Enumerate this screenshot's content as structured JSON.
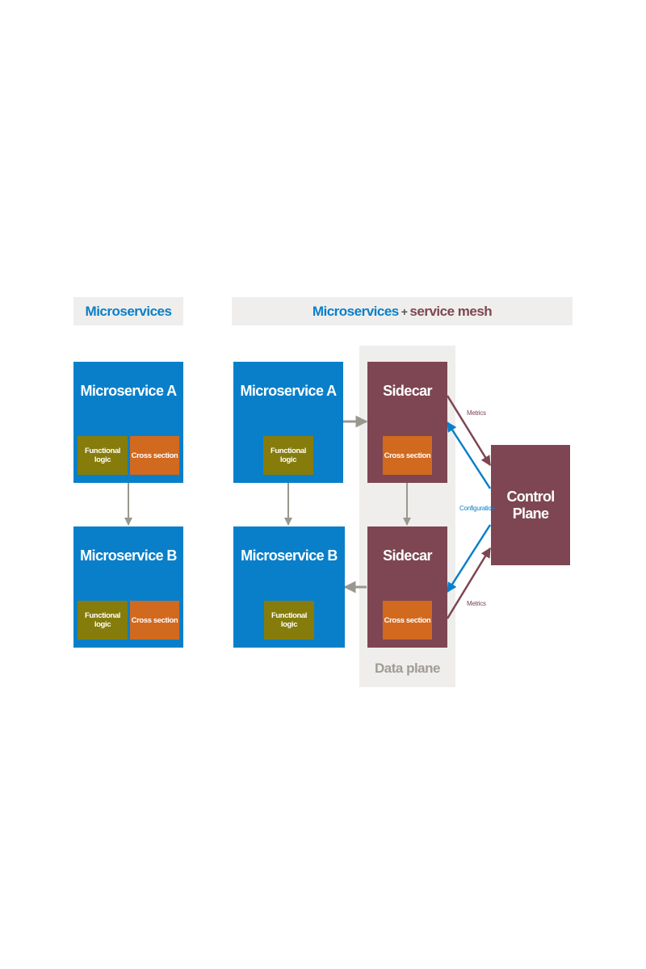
{
  "left_banner": {
    "title": "Microservices"
  },
  "right_banner": {
    "title_part1": "Microservices",
    "plus": "+",
    "title_part2": "service mesh"
  },
  "left_panel": {
    "service_a": {
      "title": "Microservice A",
      "functional": "Functional logic",
      "cross": "Cross section"
    },
    "service_b": {
      "title": "Microservice B",
      "functional": "Functional logic",
      "cross": "Cross section"
    }
  },
  "right_panel": {
    "service_a": {
      "title": "Microservice A",
      "functional": "Functional logic"
    },
    "service_b": {
      "title": "Microservice B",
      "functional": "Functional logic"
    },
    "sidecar_top": {
      "title": "Sidecar",
      "cross": "Cross section"
    },
    "sidecar_bottom": {
      "title": "Sidecar",
      "cross": "Cross section"
    },
    "data_plane": "Data plane",
    "control_plane": "Control Plane",
    "labels": {
      "metrics_top": "Metrics",
      "configuration": "Configuration",
      "metrics_bottom": "Metrics"
    }
  },
  "colors": {
    "blue": "#0a7fc9",
    "maroon": "#7d4652",
    "olive": "#857c0c",
    "orange": "#d1691f",
    "banner_bg": "#efeeec",
    "arrow_gray": "#9a978f"
  }
}
